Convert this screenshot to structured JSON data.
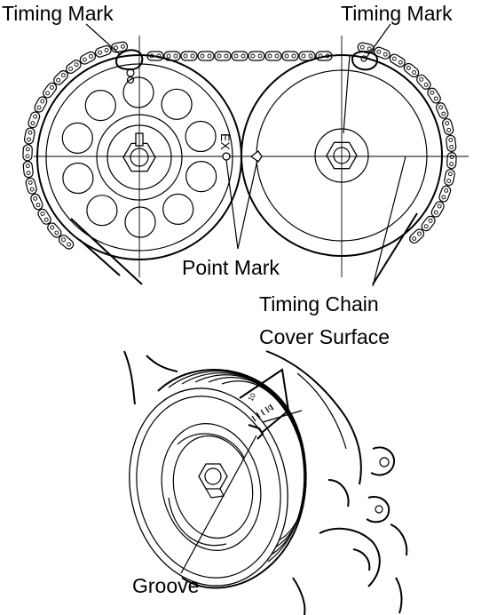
{
  "labels": {
    "timing_mark_left": "Timing Mark",
    "timing_mark_right": "Timing Mark",
    "point_mark": "Point Mark",
    "cover_surface_line1": "Timing Chain",
    "cover_surface_line2": "Cover Surface",
    "groove": "Groove"
  },
  "engravings": {
    "exhaust_marker": "EX",
    "scale_10": "10",
    "scale_0": "0"
  }
}
